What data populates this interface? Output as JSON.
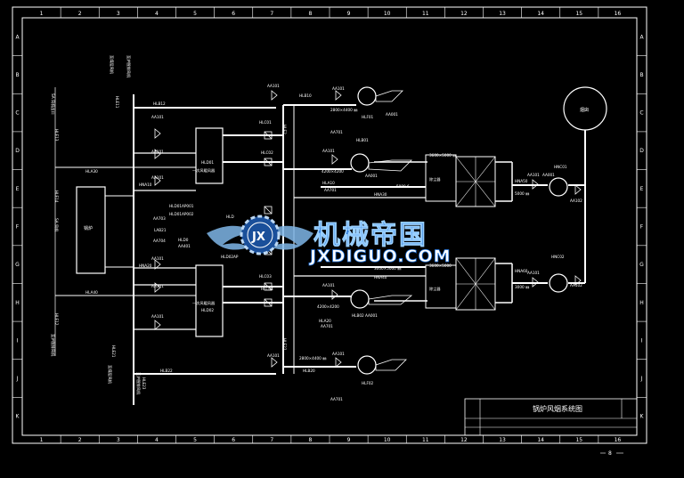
{
  "grid": {
    "columns": [
      "1",
      "2",
      "3",
      "4",
      "5",
      "6",
      "7",
      "8",
      "9",
      "10",
      "11",
      "12",
      "13",
      "14",
      "15",
      "16"
    ],
    "rows": [
      "A",
      "B",
      "C",
      "D",
      "E",
      "F",
      "G",
      "H",
      "I",
      "J",
      "K"
    ]
  },
  "title_block": {
    "title": "锅炉风烟系统图",
    "page": "8"
  },
  "watermark": {
    "cn": "机械帝国",
    "en": "JXDIGUO.COM",
    "logo": "JX"
  },
  "equipment": {
    "heater_left": "暖风器",
    "heater_top": "一次风暖风器",
    "heater_bottom": "一次风暖风器",
    "chimney": "烟囱",
    "precip_top": "除尘器",
    "precip_bottom": "除尘器",
    "boiler": "锅炉"
  },
  "tags": {
    "hlb12": "HLB12",
    "hlb10": "HLB10",
    "hlb01": "HLB01",
    "hlb02": "HLB02",
    "hlb20": "HLB20",
    "hlb22": "HLB22",
    "hlc01": "HLC01",
    "hlc02": "HLC02",
    "hlc03": "HLC03",
    "hlc04": "HLC04",
    "hla30": "HLA30",
    "hla40": "HLA40",
    "hla20": "HLA20",
    "hla10": "HLA10",
    "lab21": "LAB21",
    "hld01": "HLD01",
    "hld02": "HLD02",
    "hld01ap001": "HLD01AP001",
    "hld01ap002": "HLD01AP002",
    "hld02ap": "HLD02AP",
    "hld": "HLD",
    "hld0": "HLD0",
    "hna30": "HNA30",
    "hna40": "HNA40",
    "hna10": "HNA10",
    "hna20": "HNA20",
    "hna50": "HNA50",
    "hna60": "HNA60",
    "hnc01": "HNC01",
    "hnc02": "HNC02",
    "hlf01": "HLF01",
    "hlf02": "HLF02",
    "aa101": "AA101",
    "aa102": "AA102",
    "aa001": "AA001",
    "aa201": "AA201",
    "aa401": "AA401",
    "aa701": "AA701",
    "aa703": "AA703",
    "aa704": "AA704",
    "aa702": "AA702",
    "aa801": "AA801"
  },
  "dims": {
    "d1": "2800×4400 ㎜",
    "d2": "4200×4200",
    "d3": "3600×5000 ㎜",
    "d4": "3000 ㎜",
    "d5": "4200×4200",
    "d6": "2800×4400 ㎜",
    "d7": "6000",
    "d8": "5000 6",
    "d9": "5000 ㎜",
    "d10": "4200×4200",
    "d11": "3600×5000",
    "d12": "3000×5000 ㎜"
  },
  "labels_vertical": {
    "v1": "至煤层风机",
    "v2": "HLE11",
    "v3": "至炉膛排风机",
    "v4": "HLE13",
    "v5": "SA 风机出口",
    "v6": "HLE14",
    "v7": "SA 风机",
    "v8": "HLE12",
    "v9": "至炉膛排风机",
    "v10": "HLE21",
    "v11": "至煤层风机",
    "v12": "HLE23",
    "v13": "至炉膛排风机",
    "v14": "HLE2",
    "v15": "HLE22"
  }
}
